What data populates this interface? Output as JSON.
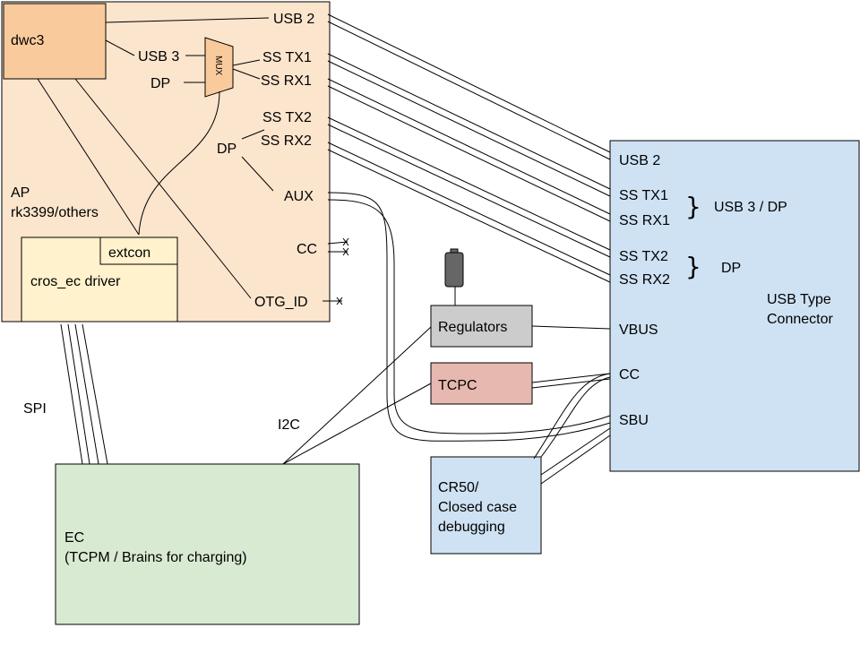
{
  "colors": {
    "ap_fill": "#fce5cd",
    "dwc3_fill": "#f9cb9c",
    "driver_fill": "#fff2cc",
    "ec_fill": "#d9ead3",
    "connector_fill": "#cfe2f3",
    "cr50_fill": "#cfe2f3",
    "regulators_fill": "#cccccc",
    "tcpc_fill": "#e6b8af",
    "battery_fill": "#666666",
    "line": "#000000"
  },
  "ap": {
    "title_line1": "AP",
    "title_line2": "rk3399/others",
    "dwc3": "dwc3",
    "usb3": "USB 3",
    "dp_in": "DP",
    "mux": "MUX",
    "extcon": "extcon",
    "cros_ec_driver": "cros_ec driver",
    "ports": {
      "usb2": "USB 2",
      "ss_tx1": "SS TX1",
      "ss_rx1": "SS RX1",
      "ss_tx2": "SS TX2",
      "ss_rx2": "SS RX2",
      "dp2": "DP",
      "aux": "AUX",
      "cc": "CC",
      "otg_id": "OTG_ID"
    }
  },
  "connector": {
    "title_line1": "USB Type",
    "title_line2": "Connector",
    "usb2": "USB 2",
    "ss_tx1": "SS TX1",
    "ss_rx1": "SS RX1",
    "group1_label": "USB 3 / DP",
    "ss_tx2": "SS TX2",
    "ss_rx2": "SS RX2",
    "group2_label": "DP",
    "vbus": "VBUS",
    "cc": "CC",
    "sbu": "SBU"
  },
  "regulators": "Regulators",
  "tcpc": "TCPC",
  "cr50": {
    "line1": "CR50/",
    "line2": "Closed case",
    "line3": "debugging"
  },
  "ec": {
    "line1": "EC",
    "line2": "(TCPM / Brains for charging)"
  },
  "labels": {
    "spi": "SPI",
    "i2c": "I2C"
  },
  "icons": {
    "battery": "battery-icon",
    "brace": "right-brace-icon",
    "unconnected": "x-terminator-icon"
  }
}
